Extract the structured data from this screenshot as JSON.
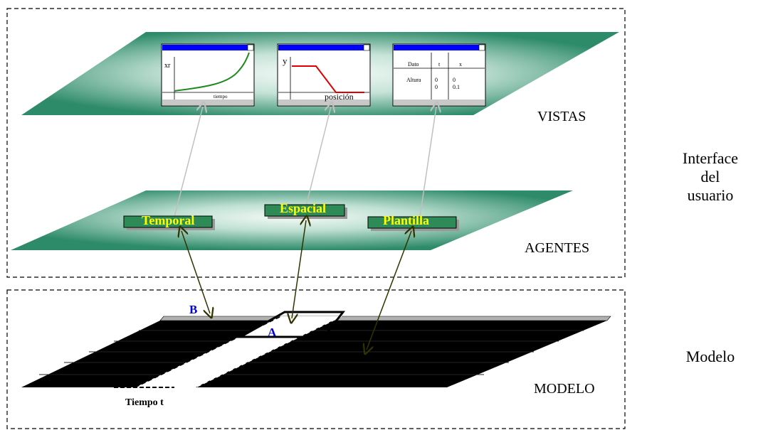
{
  "layers": {
    "vistas_label": "VISTAS",
    "agentes_label": "AGENTES",
    "modelo_label": "MODELO"
  },
  "side_labels": {
    "interface_line1": "Interface",
    "interface_line2": "del",
    "interface_line3": "usuario",
    "modelo": "Modelo"
  },
  "windows": {
    "temporal": {
      "y_label": "xr",
      "x_label": "tiempo"
    },
    "espacial": {
      "y_label": "y",
      "x_label": "posición"
    },
    "plantilla": {
      "headers": [
        "Dato",
        "t",
        "x"
      ],
      "row_label": "Altura",
      "t_values": [
        "0",
        "0"
      ],
      "x_values": [
        "0",
        "0.1"
      ]
    }
  },
  "agents": {
    "temporal": "Temporal",
    "espacial": "Espacial",
    "plantilla": "Plantilla"
  },
  "model": {
    "point_b": "B",
    "point_a": "A",
    "time_label": "Tiempo t"
  },
  "colors": {
    "plane_dark": "#2e8b6a",
    "plane_light": "#eef6f2",
    "titlebar": "#0000ff",
    "agent_box": "#2e8b57",
    "agent_text": "#ffff00",
    "curve_temporal": "#1e8a1e",
    "curve_espacial": "#e00000",
    "link_arrow": "#333300",
    "view_arrow": "#c0c0c0",
    "point_letters": "#0000cc"
  }
}
